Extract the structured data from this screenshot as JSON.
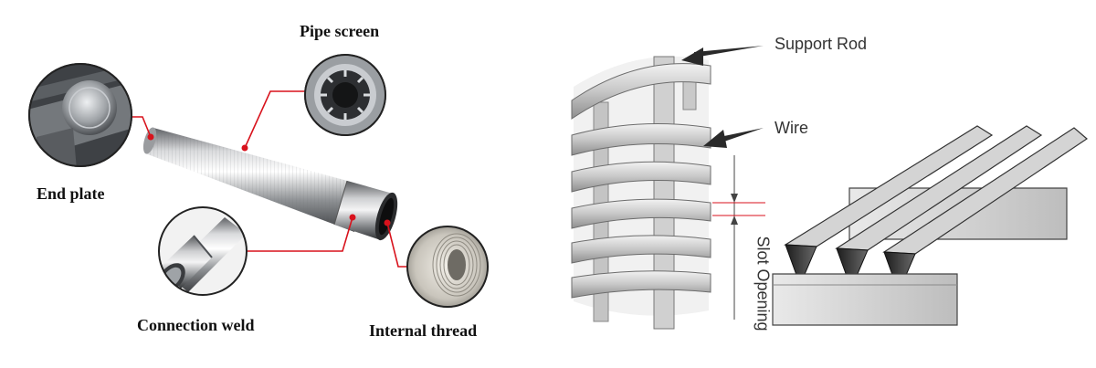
{
  "left_diagram": {
    "labels": {
      "pipe_screen": "Pipe screen",
      "end_plate": "End plate",
      "connection_weld": "Connection weld",
      "internal_thread": "Internal thread"
    },
    "callout_color": "#d8121c"
  },
  "right_diagram": {
    "labels": {
      "support_rod": "Support Rod",
      "wire": "Wire",
      "slot_opening": "Slot Opening"
    },
    "marker_color": "#d8121c"
  }
}
